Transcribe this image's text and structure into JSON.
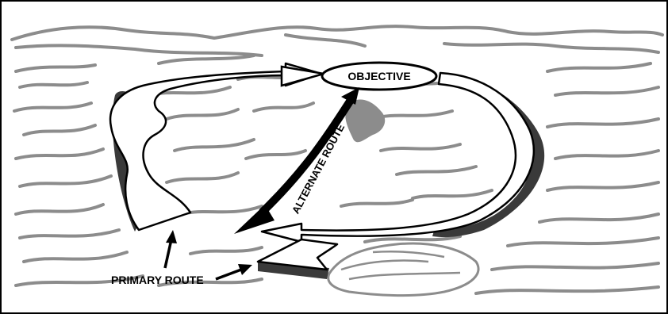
{
  "diagram": {
    "labels": {
      "objective": "OBJECTIVE",
      "alternate_route": "ALTERNATE ROUTE",
      "primary_route": "PRIMARY ROUTE"
    },
    "colors": {
      "border": "#000000",
      "terrain": "#8c8c8c",
      "route_fill": "#ffffff",
      "route_outline": "#000000",
      "route_shadow": "#3a3a3a",
      "arrow": "#000000"
    }
  }
}
